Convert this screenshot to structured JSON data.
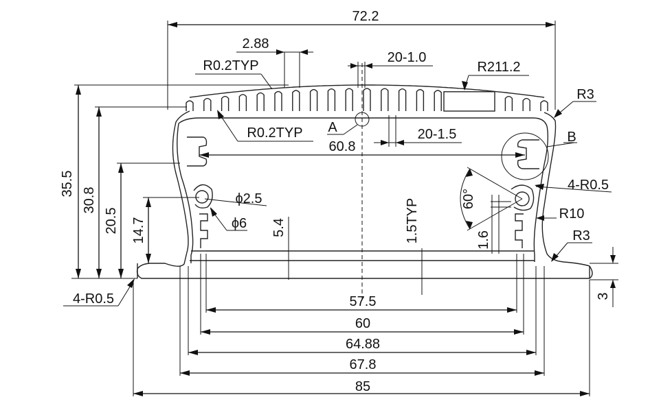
{
  "drawing": {
    "colors": {
      "line": "#111111",
      "background": "#ffffff"
    },
    "dims": {
      "top_width": "72.2",
      "fin_pitch": "2.88",
      "fin_thk": "20-1.0",
      "fin_radius": "R0.2TYP",
      "top_arc": "R211.2",
      "corner_top": "R3",
      "fin_root": "R0.2TYP",
      "detail_a": "A",
      "gap_thk": "20-1.5",
      "inner_width": "60.8",
      "detail_b": "B",
      "corner_small": "4-R0.5",
      "hole_small": "ϕ2.5",
      "hole_big": "ϕ6",
      "angle": "60°",
      "wall_thk": "1.6",
      "radius_side": "R10",
      "corner_bottom": "R3",
      "h_total": "35.5",
      "h_body": "30.8",
      "h_rail": "20.5",
      "h_slot": "14.7",
      "slot_depth": "5.4",
      "base_thk_typ": "1.5TYP",
      "corner_left": "4-R0.5",
      "flange_thk": "3",
      "w_575": "57.5",
      "w_60": "60",
      "w_6488": "64.88",
      "w_678": "67.8",
      "w_85": "85"
    }
  }
}
